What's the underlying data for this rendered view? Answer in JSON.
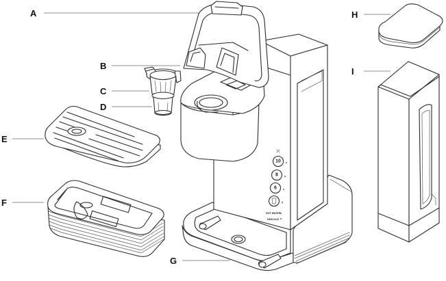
{
  "callouts": {
    "a": "A",
    "b": "B",
    "c": "C",
    "d": "D",
    "e": "E",
    "f": "F",
    "g": "G",
    "h": "H",
    "i": "I"
  },
  "control_panel": {
    "size_10": "10",
    "size_8": "8",
    "size_6": "6",
    "hot_water": "HOT WATER",
    "descale": "DESCALE"
  }
}
